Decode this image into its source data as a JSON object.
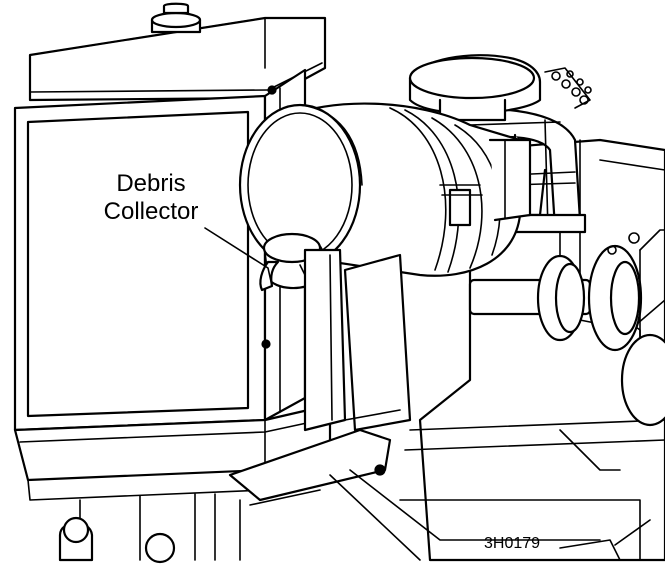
{
  "figure": {
    "callout_line1": "Debris",
    "callout_line2": "Collector",
    "figure_code": "3H0179"
  }
}
